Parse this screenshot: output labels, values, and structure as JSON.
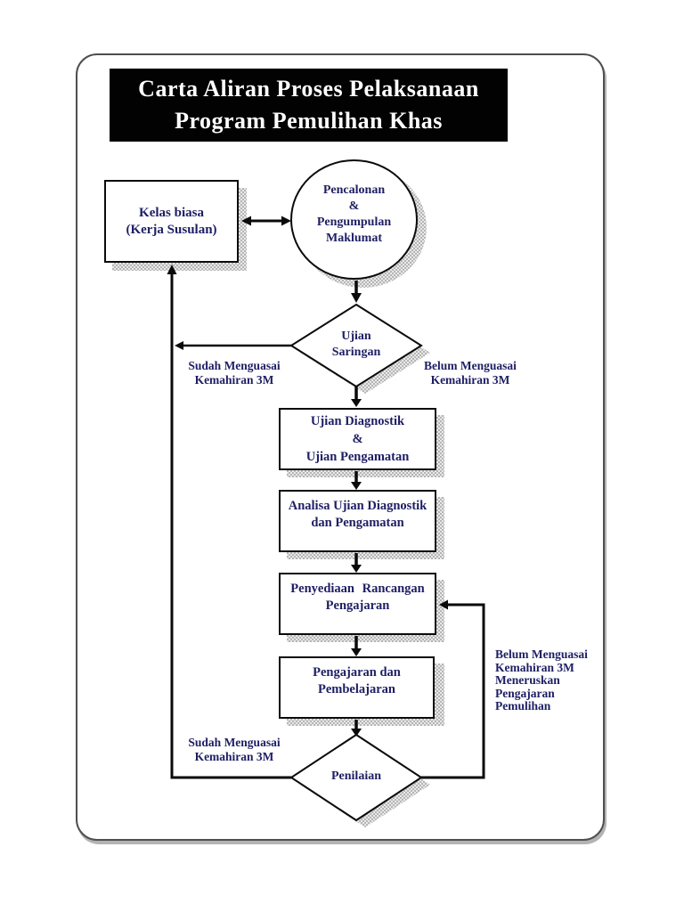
{
  "title": {
    "lines": [
      "Carta Aliran Proses Pelaksanaan",
      "Program Pemulihan Khas"
    ]
  },
  "nodes": {
    "kelas_biasa": {
      "shape": "rectangle",
      "lines": [
        "Kelas biasa",
        "(Kerja Susulan)"
      ]
    },
    "pencalonan": {
      "shape": "circle",
      "lines": [
        "Pencalonan",
        "&",
        "Pengumpulan",
        "Maklumat"
      ]
    },
    "ujian_saringan": {
      "shape": "decision-diamond",
      "lines": [
        "Ujian",
        "Saringan"
      ]
    },
    "ujian_diagnostik": {
      "shape": "rectangle",
      "lines": [
        "Ujian Diagnostik",
        "&",
        "Ujian Pengamatan"
      ]
    },
    "analisa": {
      "shape": "rectangle",
      "lines": [
        "Analisa Ujian Diagnostik",
        "dan Pengamatan"
      ]
    },
    "penyediaan": {
      "shape": "rectangle",
      "lines": [
        "Penyediaan Rancangan",
        "Pengajaran"
      ]
    },
    "pengajaran": {
      "shape": "rectangle",
      "lines": [
        "Pengajaran dan",
        "Pembelajaran"
      ]
    },
    "penilaian": {
      "shape": "decision-diamond",
      "lines": [
        "Penilaian"
      ]
    }
  },
  "edge_labels": {
    "sudah_top": {
      "lines": [
        "Sudah Menguasai",
        "Kemahiran 3M"
      ]
    },
    "belum_top": {
      "lines": [
        "Belum Menguasai",
        "Kemahiran 3M"
      ]
    },
    "sudah_bottom": {
      "lines": [
        "Sudah Menguasai",
        "Kemahiran 3M"
      ]
    },
    "belum_bottom": {
      "lines": [
        "Belum Menguasai",
        "Kemahiran 3M",
        "Meneruskan",
        "Pengajaran",
        "Pemulihan"
      ]
    }
  },
  "colors": {
    "title_bg": "#020202",
    "title_text": "#ffffff",
    "node_text": "#1e1e64",
    "line": "#0a0a0a",
    "shadow_hatch": "#b5b5b5",
    "page_border": "#4f4f4f",
    "background": "#ffffff"
  }
}
